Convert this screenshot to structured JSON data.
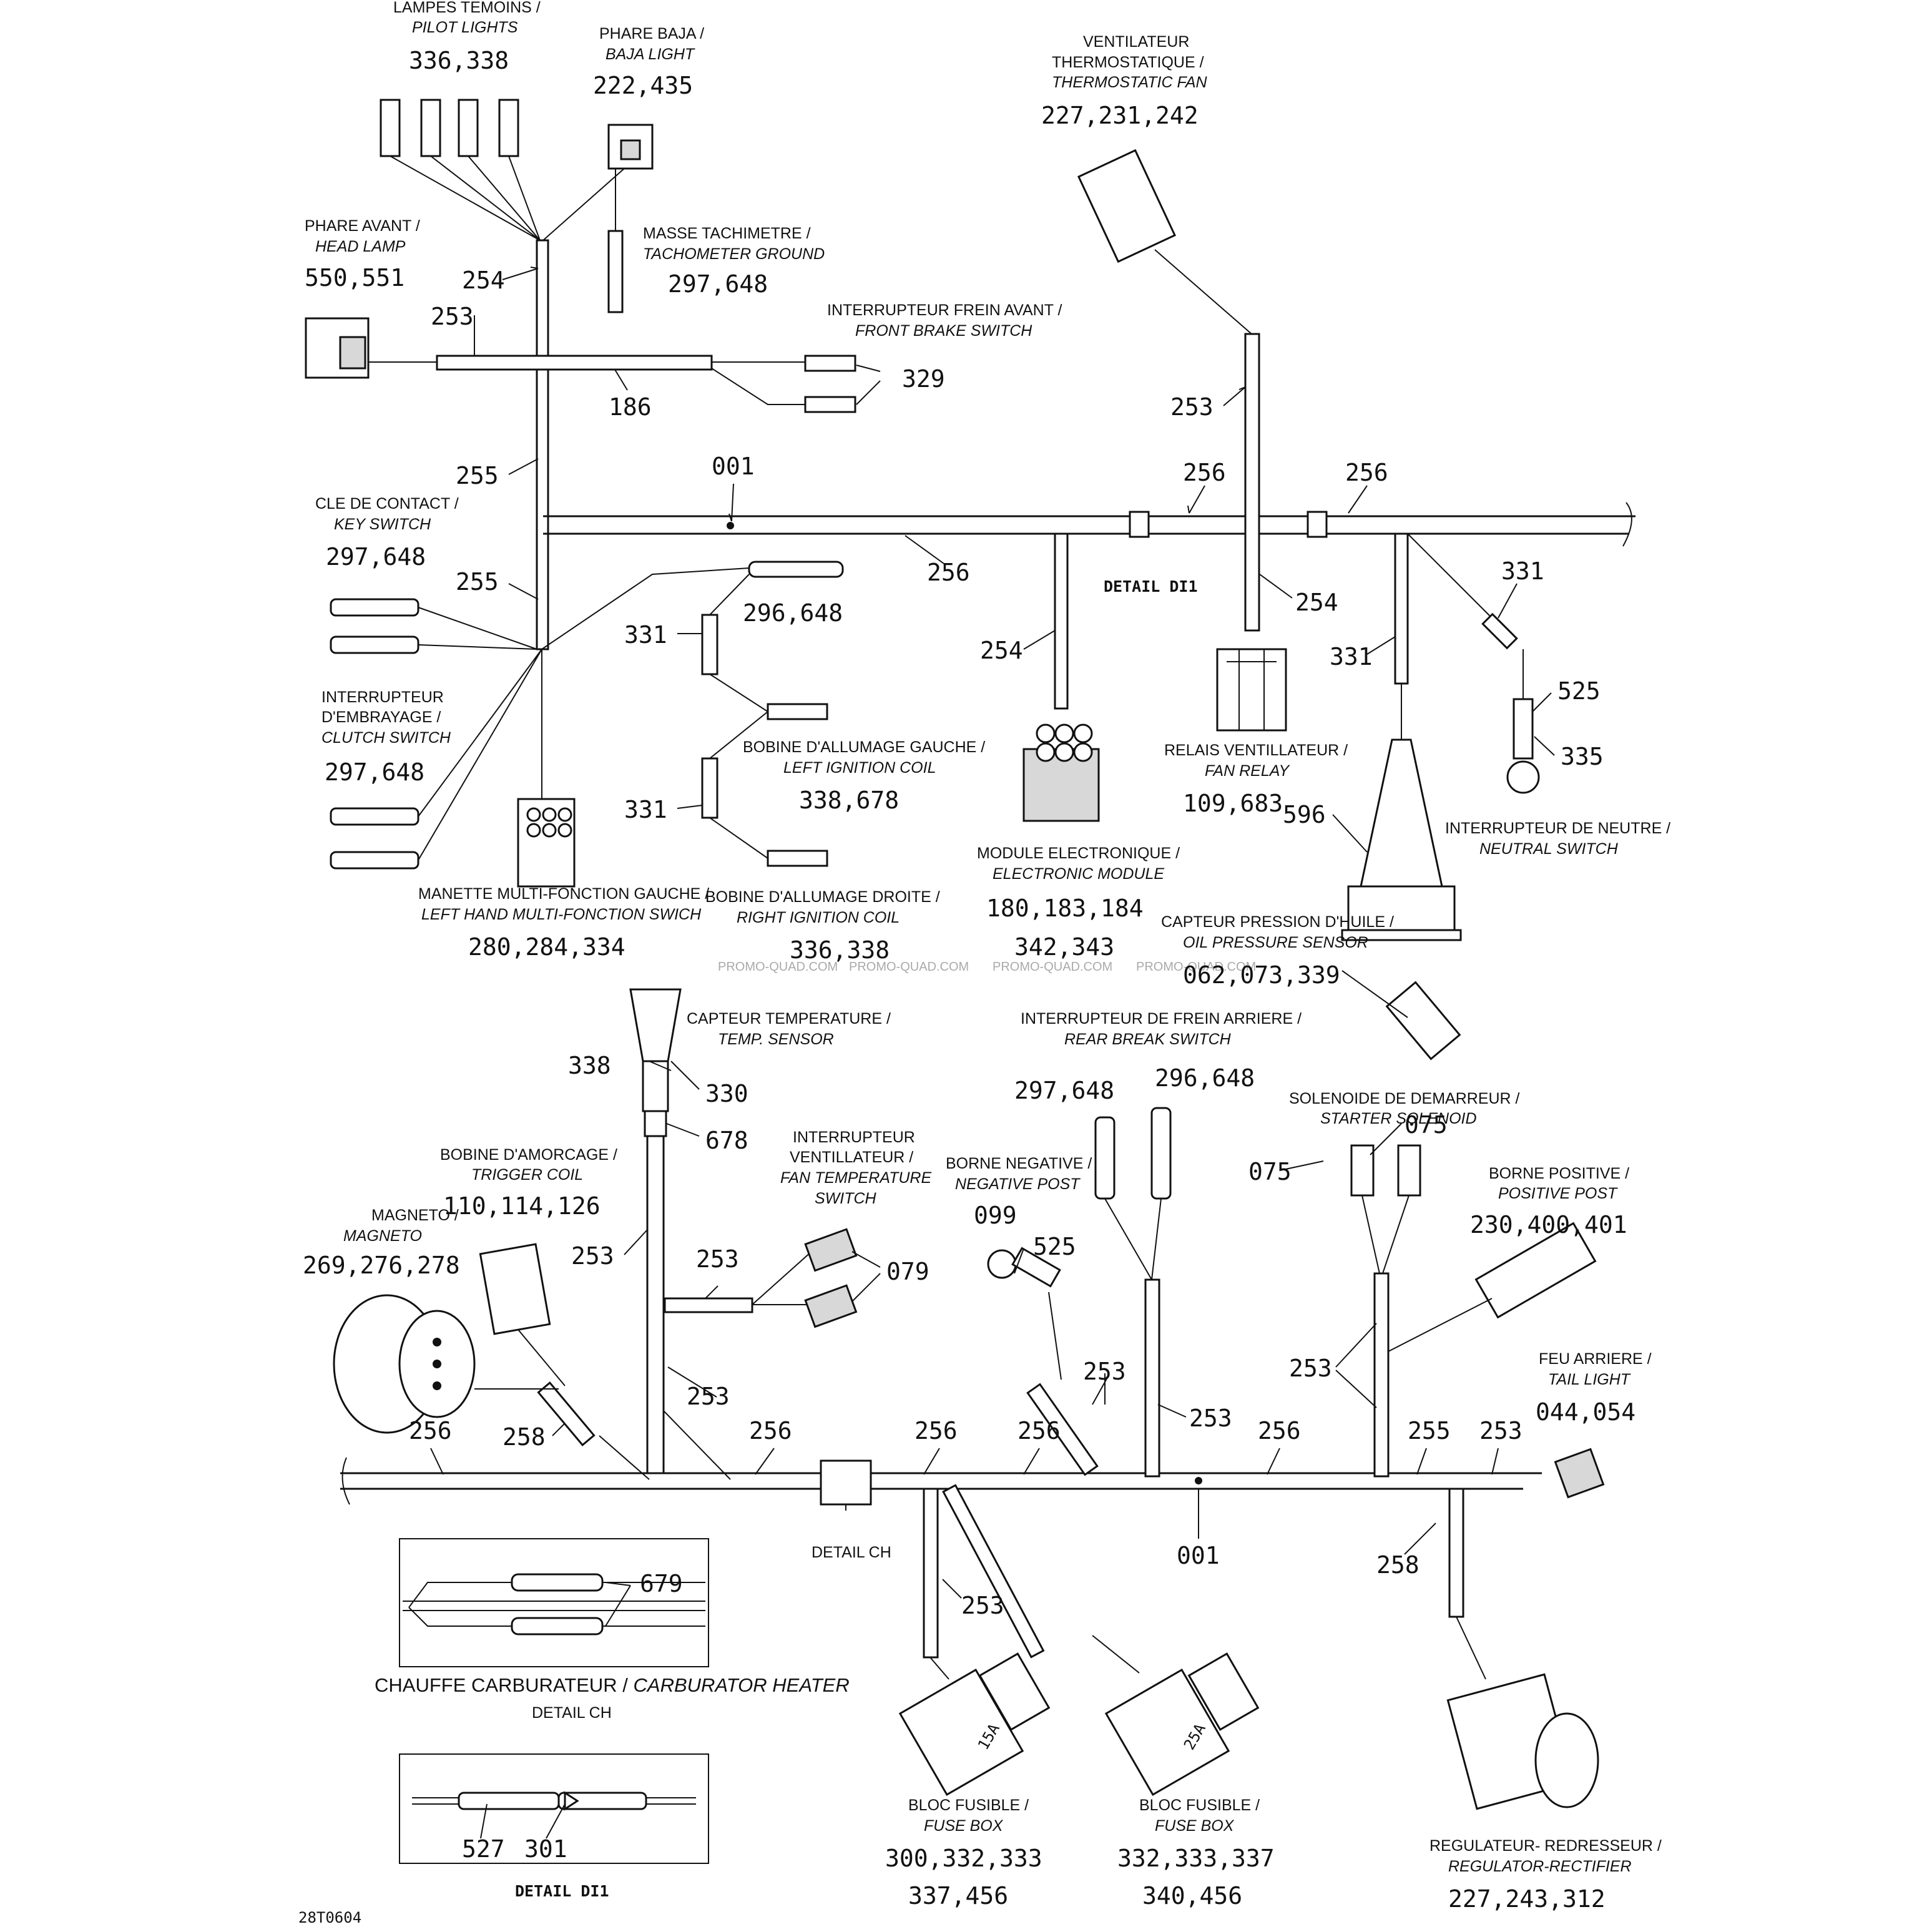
{
  "labels": {
    "pilot_fr": "LAMPES TEMOINS /",
    "pilot_en": "PILOT LIGHTS",
    "pilot_num": "336,338",
    "baja_fr": "PHARE BAJA /",
    "baja_en": "BAJA LIGHT",
    "baja_num": "222,435",
    "head_fr": "PHARE AVANT /",
    "head_en": "HEAD LAMP",
    "head_num": "550,551",
    "tachg_fr": "MASSE TACHIMETRE /",
    "tachg_en": "TACHOMETER GROUND",
    "tachg_num": "297,648",
    "fbrake_fr": "INTERRUPTEUR FREIN AVANT /",
    "fbrake_en": "FRONT BRAKE SWITCH",
    "fbrake_num": "329",
    "tfan_fr1": "VENTILATEUR",
    "tfan_fr2": "THERMOSTATIQUE /",
    "tfan_en": "THERMOSTATIC FAN",
    "tfan_num": "227,231,242",
    "key_fr": "CLE DE CONTACT /",
    "key_en": "KEY SWITCH",
    "key_num": "297,648",
    "clutch_fr1": "INTERRUPTEUR",
    "clutch_fr2": "D'EMBRAYAGE /",
    "clutch_en": "CLUTCH SWITCH",
    "clutch_num": "297,648",
    "lhmf_fr": "MANETTE MULTI-FONCTION GAUCHE /",
    "lhmf_en": "LEFT HAND MULTI-FONCTION SWICH",
    "lhmf_num": "280,284,334",
    "lic_fr": "BOBINE D'ALLUMAGE GAUCHE /",
    "lic_en": "LEFT IGNITION COIL",
    "lic_num": "338,678",
    "ric_fr": "BOBINE D'ALLUMAGE DROITE /",
    "ric_en": "RIGHT IGNITION COIL",
    "ric_num": "336,338",
    "ric_top_num": "296,648",
    "em_fr": "MODULE ELECTRONIQUE /",
    "em_en": "ELECTRONIC MODULE",
    "em_num1": "180,183,184",
    "em_num2": "342,343",
    "fr_fr": "RELAIS VENTILLATEUR /",
    "fr_en": "FAN RELAY",
    "fr_num": "109,683",
    "ns_fr": "INTERRUPTEUR DE NEUTRE /",
    "ns_en": "NEUTRAL SWITCH",
    "ns_525": "525",
    "ns_335": "335",
    "ops_fr": "CAPTEUR PRESSION D'HUILE /",
    "ops_en": "OIL PRESSURE SENSOR",
    "ops_num": "062,073,339",
    "ops_596": "596",
    "temp_fr": "CAPTEUR TEMPERATURE /",
    "temp_en": "TEMP. SENSOR",
    "rbs_fr": "INTERRUPTEUR DE FREIN ARRIERE /",
    "rbs_en": "REAR BREAK SWITCH",
    "rbs_num1": "297,648",
    "rbs_num2": "296,648",
    "ss_fr": "SOLENOIDE DE DEMARREUR /",
    "ss_en": "STARTER SOLENOID",
    "trig_fr": "BOBINE D'AMORCAGE /",
    "trig_en": "TRIGGER COIL",
    "trig_num": "110,114,126",
    "mag_fr": "MAGNETO /",
    "mag_en": "MAGNETO",
    "mag_num": "269,276,278",
    "fts_fr1": "INTERRUPTEUR",
    "fts_fr2": "VENTILLATEUR /",
    "fts_en1": "FAN TEMPERATURE",
    "fts_en2": "SWITCH",
    "np_fr": "BORNE NEGATIVE /",
    "np_en": "NEGATIVE POST",
    "pp_fr": "BORNE POSITIVE /",
    "pp_en": "POSITIVE POST",
    "pp_num": "230,400,401",
    "tl_fr": "FEU ARRIERE /",
    "tl_en": "TAIL LIGHT",
    "tl_num": "044,054",
    "fb1_fr": "BLOC FUSIBLE /",
    "fb1_en": "FUSE BOX",
    "fb1_num1": "300,332,333",
    "fb1_num2": "337,456",
    "fb2_fr": "BLOC FUSIBLE /",
    "fb2_en": "FUSE BOX",
    "fb2_num1": "332,333,337",
    "fb2_num2": "340,456",
    "rr_fr": "REGULATEUR- REDRESSEUR /",
    "rr_en": "REGULATOR-RECTIFIER",
    "rr_num": "227,243,312",
    "ch_fr": "CHAUFFE CARBURATEUR / ",
    "ch_en": "CARBURATOR HEATER",
    "detail_ch": "DETAIL CH",
    "detail_di1": "DETAIL DI1",
    "doc_ref": "28T0604",
    "fuse15": "15A",
    "fuse25": "25A",
    "watermark": "PROMO-QUAD.COM"
  },
  "callouts": {
    "c254a": "254",
    "c253a": "253",
    "c186": "186",
    "c255a": "255",
    "c255b": "255",
    "c001a": "001",
    "c256a": "256",
    "c256b": "256",
    "c256c": "256",
    "c253b": "253",
    "c254b": "254",
    "c254c": "254",
    "c331a": "331",
    "c331b": "331",
    "c331c": "331",
    "c331d": "331",
    "c338": "338",
    "c330": "330",
    "c678": "678",
    "c253c": "253",
    "c253d": "253",
    "c253e": "253",
    "c079": "079",
    "c099": "099",
    "c525": "525",
    "c253f": "253",
    "c253g": "253",
    "c253h": "253",
    "c075a": "075",
    "c075b": "075",
    "c258a": "258",
    "c256d": "256",
    "c256e": "256",
    "c256f": "256",
    "c256g": "256",
    "c256h": "256",
    "c255c": "255",
    "c253i": "253",
    "c001b": "001",
    "c253j": "253",
    "c258b": "258",
    "c679": "679",
    "c527": "527",
    "c301": "301"
  }
}
